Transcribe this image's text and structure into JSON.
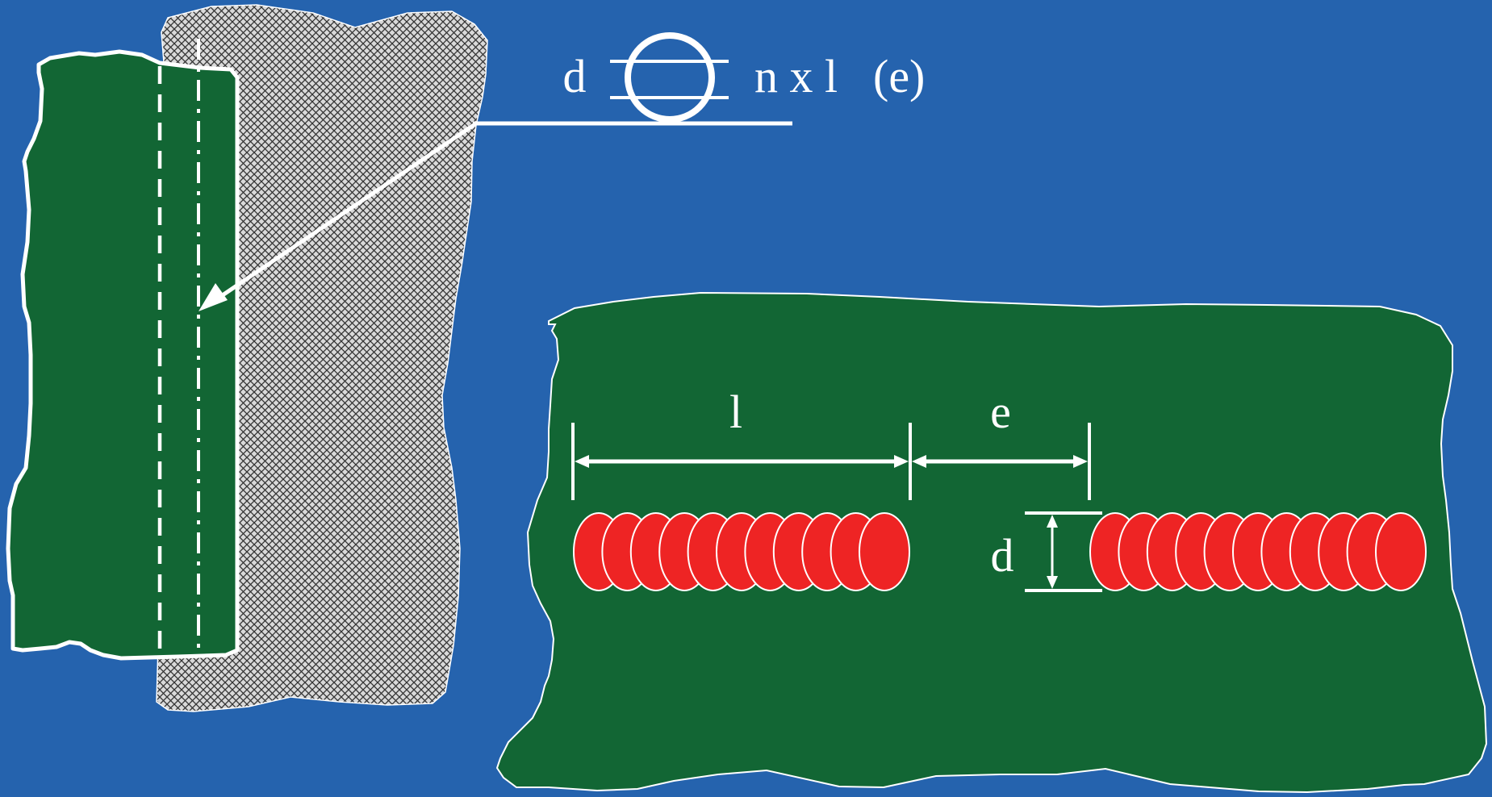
{
  "colors": {
    "background": "#2563ae",
    "plate": "#126634",
    "weld_bead": "#ee2424",
    "line": "#ffffff",
    "hatch_fill": "#d9d9d9",
    "hatch_line": "#333333"
  },
  "symbol": {
    "d_label": "d",
    "nxl_label": "n x l",
    "e_label": "(e)"
  },
  "detail": {
    "l_label": "l",
    "e_label": "e",
    "d_label": "d",
    "bead_count_per_segment": 11,
    "segment_count": 2
  }
}
